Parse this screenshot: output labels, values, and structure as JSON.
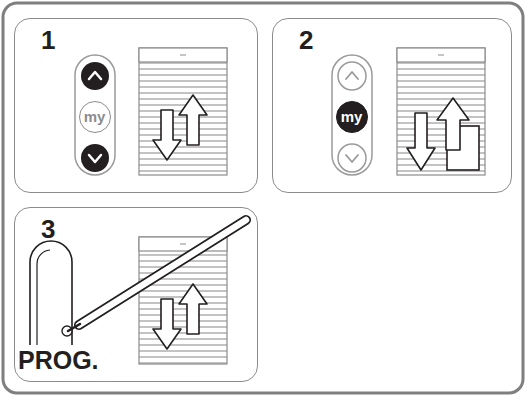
{
  "diagram": {
    "nodes": [
      {
        "text": [
          "1"
        ]
      },
      {
        "text": [
          "my"
        ],
        "in": 0
      },
      {
        "text": [
          "2"
        ]
      },
      {
        "text": [
          "my"
        ],
        "in": 2
      },
      {
        "text": [
          "3"
        ]
      }
    ],
    "labels": [
      "PROG."
    ]
  }
}
